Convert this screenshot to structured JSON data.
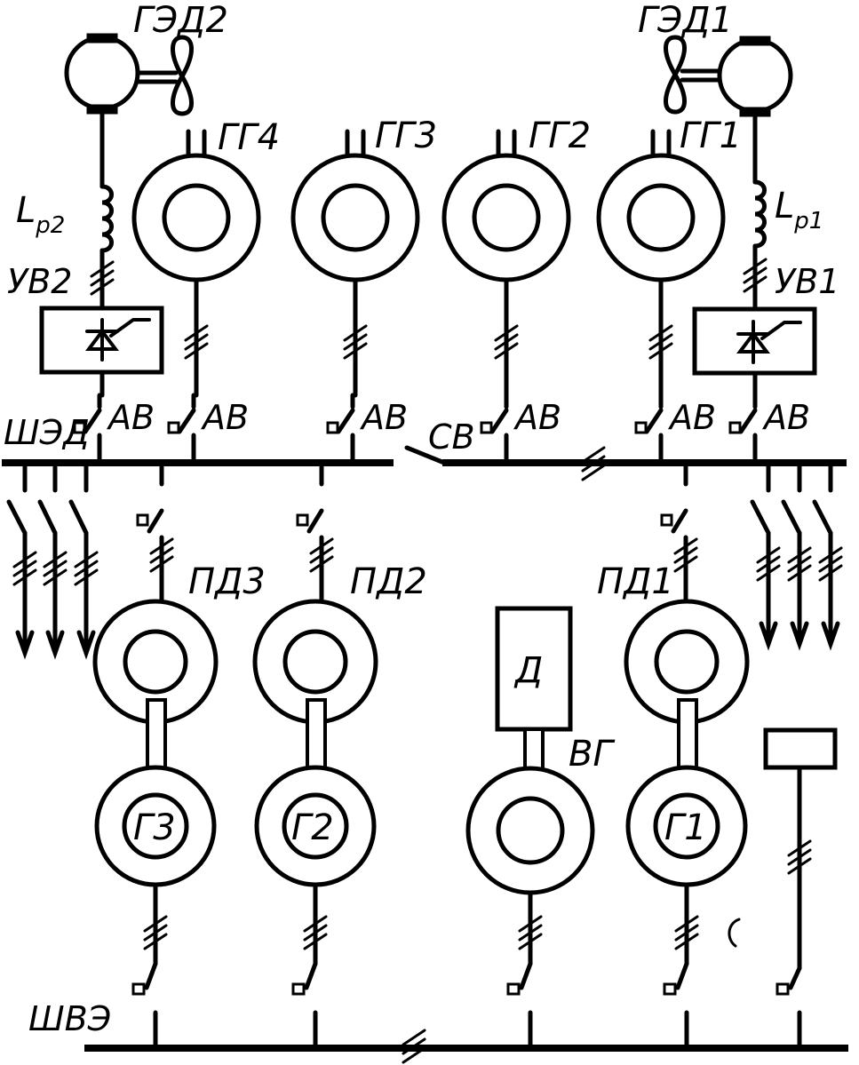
{
  "labels": {
    "ged2": "ГЭД2",
    "ged1": "ГЭД1",
    "gg4": "ГГ4",
    "gg3": "ГГ3",
    "gg2": "ГГ2",
    "gg1": "ГГ1",
    "lp2_main": "L",
    "lp2_sub": "p2",
    "lp1_main": "L",
    "lp1_sub": "p1",
    "uv2": "УВ2",
    "uv1": "УВ1",
    "shed": "ШЭД",
    "av": "АВ",
    "sv": "СВ",
    "pd3": "ПД3",
    "pd2": "ПД2",
    "pd1": "ПД1",
    "d": "Д",
    "vg": "ВГ",
    "g3": "Г3",
    "g2": "Г2",
    "g1": "Г1",
    "shve": "ШВЭ"
  }
}
